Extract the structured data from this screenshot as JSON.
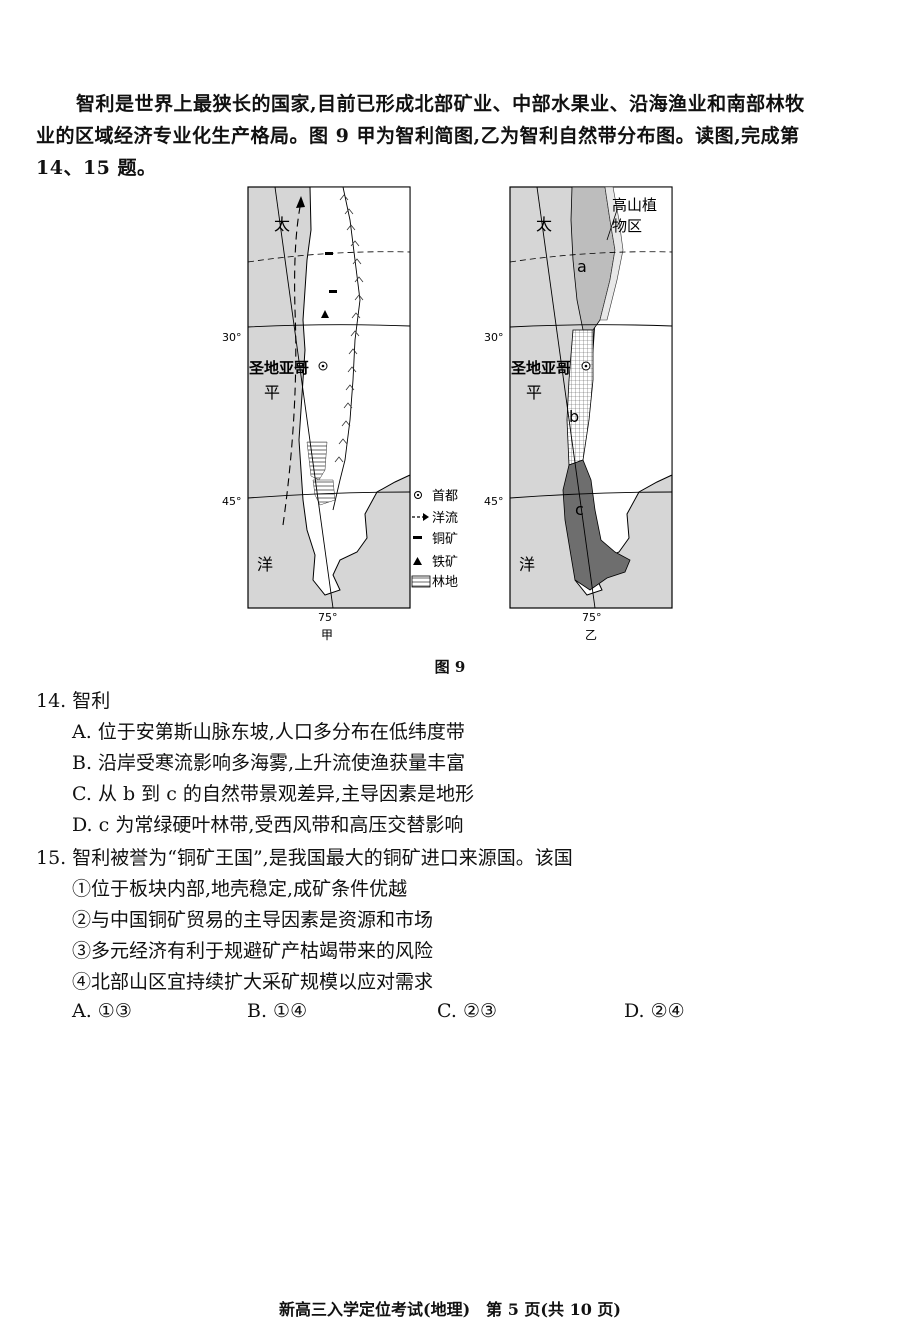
{
  "intro": {
    "line1": "智利是世界上最狭长的国家,目前已形成北部矿业、中部水果业、沿海渔业和南部林牧",
    "line2": "业的区域经济专业化生产格局。图 9 甲为智利简图,乙为智利自然带分布图。读图,完成第",
    "line3": "14、15 题。"
  },
  "map_left": {
    "ocean_chars": [
      "太",
      "平",
      "洋"
    ],
    "lat_30": "30°",
    "lat_45": "45°",
    "lon_75": "75°",
    "capital": "圣地亚哥",
    "sublabel": "甲",
    "legend": {
      "capital": "首都",
      "current": "洋流",
      "copper": "铜矿",
      "iron": "铁矿",
      "forest": "林地"
    }
  },
  "map_right": {
    "ocean_chars": [
      "太",
      "平",
      "洋"
    ],
    "lat_30": "30°",
    "lat_45": "45°",
    "lon_75": "75°",
    "capital": "圣地亚哥",
    "sublabel": "乙",
    "alpine_line1": "高山植",
    "alpine_line2": "物区",
    "zone_a": "a",
    "zone_b": "b",
    "zone_c": "c"
  },
  "figure_caption": "图 9",
  "q14": {
    "stem": "14. 智利",
    "A": "A. 位于安第斯山脉东坡,人口多分布在低纬度带",
    "B": "B. 沿岸受寒流影响多海雾,上升流使渔获量丰富",
    "C": "C. 从 b 到 c 的自然带景观差异,主导因素是地形",
    "D": "D. c 为常绿硬叶林带,受西风带和高压交替影响"
  },
  "q15": {
    "stem": "15. 智利被誉为“铜矿王国”,是我国最大的铜矿进口来源国。该国",
    "s1": "①位于板块内部,地壳稳定,成矿条件优越",
    "s2": "②与中国铜矿贸易的主导因素是资源和市场",
    "s3": "③多元经济有利于规避矿产枯竭带来的风险",
    "s4": "④北部山区宜持续扩大采矿规模以应对需求",
    "A": "A. ①③",
    "B": "B. ①④",
    "C": "C. ②③",
    "D": "D. ②④"
  },
  "footer": "新高三入学定位考试(地理)　第 5 页(共 10 页)",
  "colors": {
    "ocean": "#d6d6d6",
    "land": "#ffffff",
    "zone_c": "#6e6e6e",
    "zone_a": "#bdbdbd"
  }
}
